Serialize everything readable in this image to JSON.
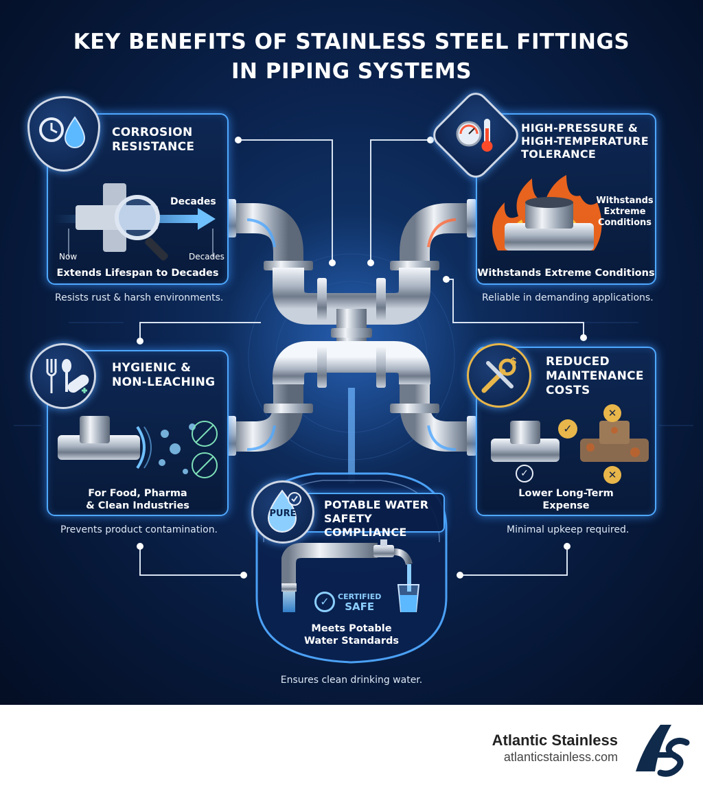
{
  "title": {
    "line1": "KEY BENEFITS OF STAINLESS STEEL FITTINGS",
    "line2": "IN PIPING SYSTEMS"
  },
  "cards": {
    "corrosion": {
      "title1": "CORROSION",
      "title2": "RESISTANCE",
      "label_arrow": "Decades",
      "label_now": "Now",
      "label_decades": "Decades",
      "caption": "Extends Lifespan to Decades",
      "subtitle": "Resists rust & harsh environments."
    },
    "pressure": {
      "title1": "HIGH-PRESSURE &",
      "title2": "HIGH-TEMPERATURE",
      "title3": "TOLERANCE",
      "label1": "Withstands",
      "label2": "Extreme",
      "label3": "Conditions",
      "caption": "Withstands Extreme Conditions",
      "subtitle": "Reliable in demanding applications."
    },
    "hygienic": {
      "title1": "HYGIENIC &",
      "title2": "NON-LEACHING",
      "caption1": "For Food, Pharma",
      "caption2": "& Clean Industries",
      "subtitle": "Prevents product contamination."
    },
    "maintenance": {
      "title1": "REDUCED",
      "title2": "MAINTENANCE",
      "title3": "COSTS",
      "caption1": "Lower Long-Term",
      "caption2": "Expense",
      "subtitle": "Minimal upkeep required."
    },
    "potable": {
      "title1": "POTABLE WATER",
      "title2": "SAFETY COMPLIANCE",
      "badge": "PURE",
      "cert1": "CERTIFIED",
      "cert2": "SAFE",
      "caption1": "Meets Potable",
      "caption2": "Water Standards",
      "subtitle": "Ensures clean drinking water."
    }
  },
  "brand": {
    "name": "Atlantic Stainless",
    "url": "atlanticstainless.com"
  },
  "colors": {
    "accent": "#4fa8ff",
    "background": "#0b2450",
    "fire": "#ff6a1a",
    "gold": "#e8b64a"
  },
  "icons": [
    "shield-clock-drop-icon",
    "gauge-thermometer-icon",
    "fork-spoon-pill-icon",
    "wrench-dollar-icon",
    "water-drop-check-icon",
    "magnifier-icon",
    "checkmark-icon",
    "x-mark-icon",
    "faucet-icon",
    "water-glass-icon"
  ]
}
